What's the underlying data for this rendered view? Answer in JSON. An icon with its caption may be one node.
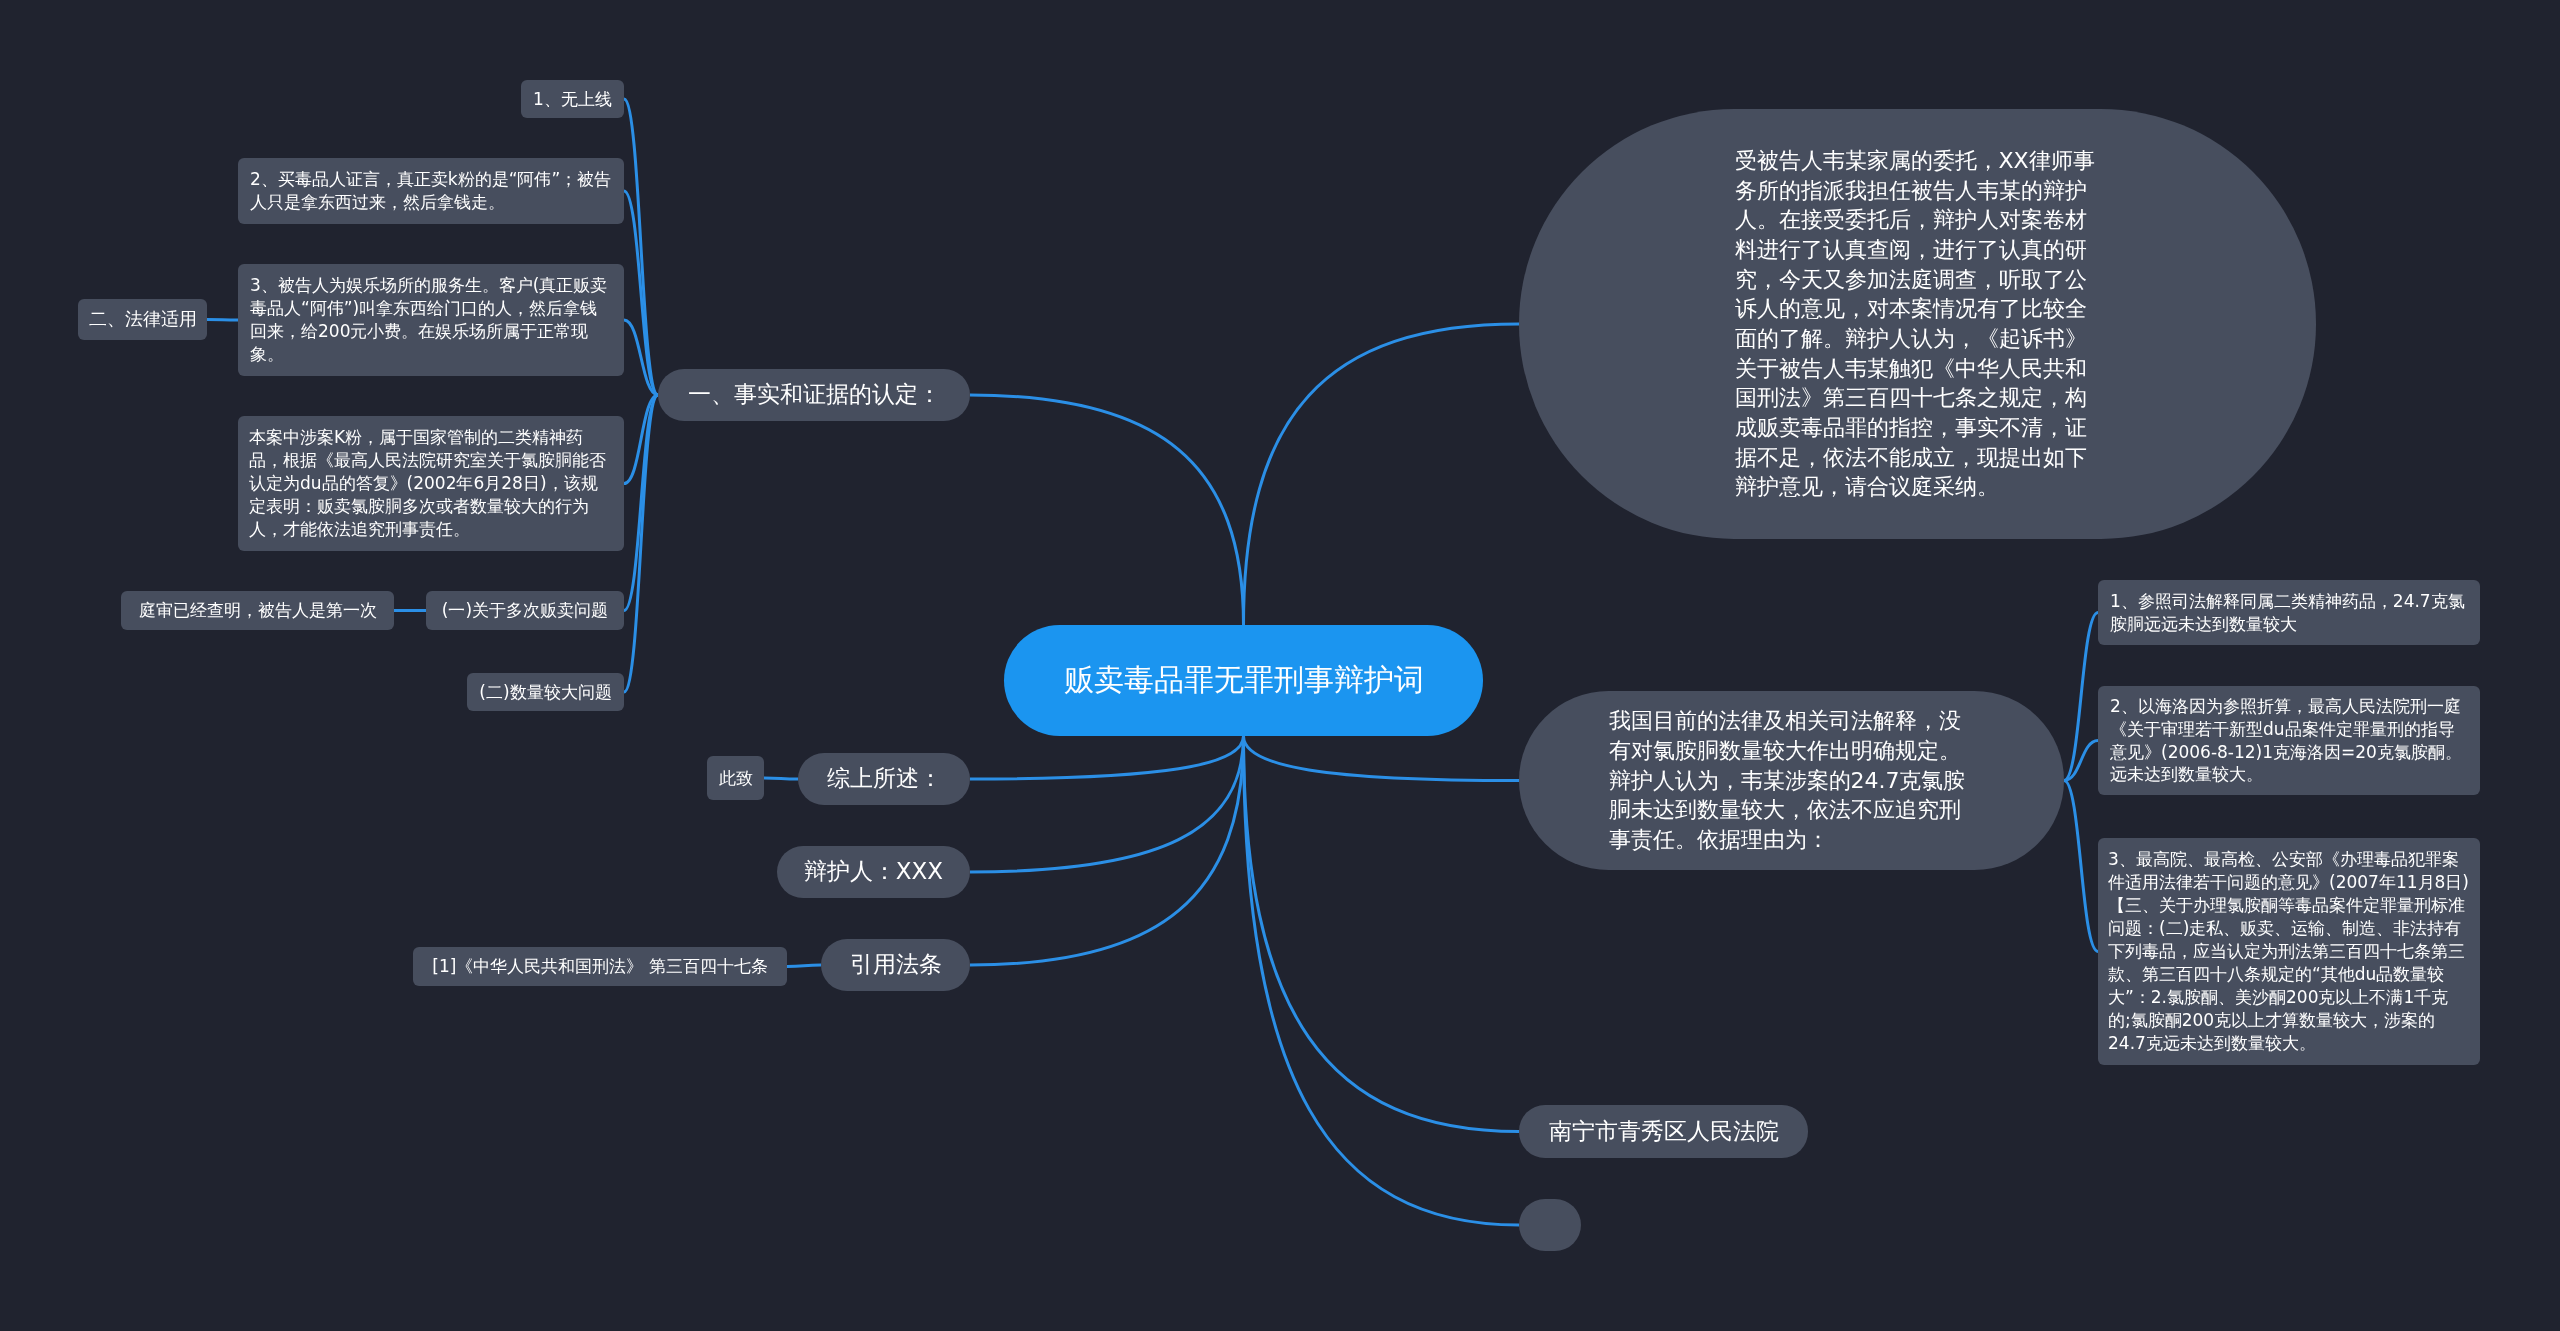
{
  "diagram": {
    "nodes": [
      {
        "text": [
          "贩卖毒品罪无罪刑事辩护词"
        ]
      },
      {
        "text": [
          "一、事实和证据的认定："
        ]
      },
      {
        "text": [
          "1、无上线"
        ]
      },
      {
        "text": [
          "2、买毒品人证言，真正卖k粉的是“阿伟”；被告人只是拿东西过来，然后拿钱走。"
        ]
      },
      {
        "text": [
          "3、被告人为娱乐场所的服务生。客户(真正贩卖毒品人“阿伟”)叫拿东西给门口的人，然后拿钱回来，给200元小费。在娱乐场所属于正常现象。"
        ]
      },
      {
        "text": [
          "二、法律适用"
        ]
      },
      {
        "text": [
          "本案中涉案K粉，属于国家管制的二类精神药品，根据《最高人民法院研究室关于氯胺胴能否认定为du品的答复》(2002年6月28日)，该规定表明：贩卖氯胺胴多次或者数量较大的行为人，才能依法追究刑事责任。"
        ]
      },
      {
        "text": [
          "(一)关于多次贩卖问题"
        ]
      },
      {
        "text": [
          "庭审已经查明，被告人是第一次"
        ]
      },
      {
        "text": [
          "(二)数量较大问题"
        ]
      },
      {
        "text": [
          "综上所述："
        ]
      },
      {
        "text": [
          "此致"
        ]
      },
      {
        "text": [
          "辩护人：XXX"
        ]
      },
      {
        "text": [
          "引用法条"
        ]
      },
      {
        "text": [
          "[1]《中华人民共和国刑法》 第三百四十七条"
        ]
      },
      {
        "text": [
          "受被告人韦某家属的委托，XX律师事务所的指派我担任被告人韦某的辩护人。在接受委托后，辩护人对案卷材料进行了认真查阅，进行了认真的研究，今天又参加法庭调查，听取了公诉人的意见，对本案情况有了比较全面的了解。辩护人认为，《起诉书》关于被告人韦某触犯《中华人民共和国刑法》第三百四十七条之规定，构成贩卖毒品罪的指控，事实不清，证据不足，依法不能成立，现提出如下辩护意见，请合议庭采纳。"
        ]
      },
      {
        "text": [
          "我国目前的法律及相关司法解释，没有对氯胺胴数量较大作出明确规定。辩护人认为，韦某涉案的24.7克氯胺胴未达到数量较大，依法不应追究刑事责任。依据理由为："
        ]
      },
      {
        "text": [
          "1、参照司法解释同属二类精神药品，24.7克氯胺胴远远未达到数量较大"
        ]
      },
      {
        "text": [
          "2、以海洛因为参照折算，最高人民法院刑一庭《关于审理若干新型du品案件定罪量刑的指导意见》(2006-8-12)1克海洛因=20克氯胺酮。远未达到数量较大。"
        ]
      },
      {
        "text": [
          "3、最高院、最高检、公安部《办理毒品犯罪案件适用法律若干问题的意见》(2007年11月8日)【三、关于办理氯胺酮等毒品案件定罪量刑标准问题：(二)走私、贩卖、运输、制造、非法持有下列毒品，应当认定为刑法第三百四十七条第三款、第三百四十八条规定的“其他du品数量较大”：2.氯胺酮、美沙酮200克以上不满1千克的;氯胺酮200克以上才算数量较大，涉案的24.7克远未达到数量较大。"
        ]
      },
      {
        "text": [
          "南宁市青秀区人民法院"
        ]
      },
      {
        "text": [],
        "shape": "box"
      }
    ],
    "edges": [
      {
        "from": 0,
        "to": 1,
        "arrow": "none"
      },
      {
        "from": 0,
        "to": 15,
        "arrow": "none"
      },
      {
        "from": 0,
        "to": 16,
        "arrow": "none"
      },
      {
        "from": 0,
        "to": 10,
        "arrow": "none"
      },
      {
        "from": 0,
        "to": 12,
        "arrow": "none"
      },
      {
        "from": 0,
        "to": 13,
        "arrow": "none"
      },
      {
        "from": 0,
        "to": 20,
        "arrow": "none"
      },
      {
        "from": 0,
        "to": 21,
        "arrow": "none"
      },
      {
        "from": 1,
        "to": 2,
        "arrow": "none"
      },
      {
        "from": 1,
        "to": 3,
        "arrow": "none"
      },
      {
        "from": 1,
        "to": 4,
        "arrow": "none"
      },
      {
        "from": 1,
        "to": 6,
        "arrow": "none"
      },
      {
        "from": 1,
        "to": 7,
        "arrow": "none"
      },
      {
        "from": 1,
        "to": 9,
        "arrow": "none"
      },
      {
        "from": 4,
        "to": 5,
        "arrow": "none"
      },
      {
        "from": 7,
        "to": 8,
        "arrow": "none"
      },
      {
        "from": 10,
        "to": 11,
        "arrow": "none"
      },
      {
        "from": 13,
        "to": 14,
        "arrow": "none"
      },
      {
        "from": 16,
        "to": 17,
        "arrow": "none"
      },
      {
        "from": 16,
        "to": 18,
        "arrow": "none"
      },
      {
        "from": 16,
        "to": 19,
        "arrow": "none"
      }
    ]
  }
}
